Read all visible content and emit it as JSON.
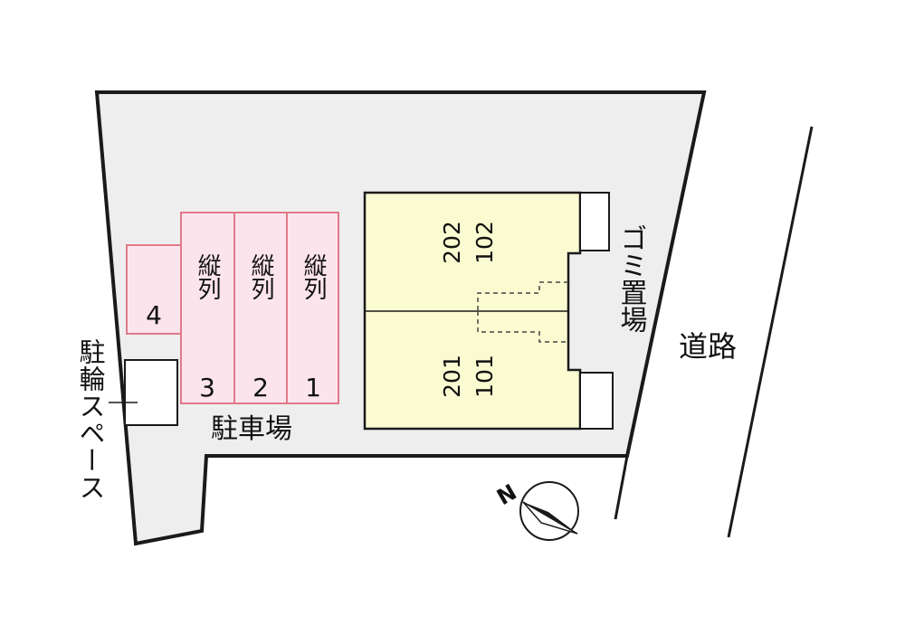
{
  "parking": {
    "title": "駐車場",
    "spaces": [
      {
        "number": "4",
        "note": ""
      },
      {
        "number": "3",
        "note": "縦列"
      },
      {
        "number": "2",
        "note": "縦列"
      },
      {
        "number": "1",
        "note": "縦列"
      }
    ]
  },
  "building": {
    "units_upper": [
      "202",
      "102"
    ],
    "units_lower": [
      "201",
      "101"
    ]
  },
  "bicycle_space": "駐輪スペース",
  "garbage": "ゴミ置場",
  "road": "道路",
  "compass": {
    "label": "N",
    "icon": "compass-icon"
  },
  "colors": {
    "lot": "#eeeeee",
    "parking_fill": "#fce4ec",
    "parking_stroke": "#e07a8a",
    "building_fill": "#fbfbd2",
    "outline": "#1a1a1a"
  }
}
